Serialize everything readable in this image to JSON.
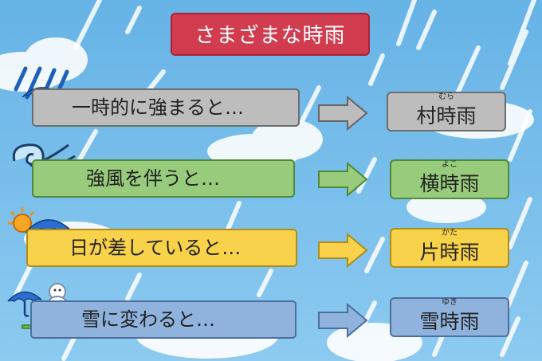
{
  "title": "さまざまな時雨",
  "rows": [
    {
      "condition": "一時的に強まると…",
      "result_ruby": "むら",
      "result": "村時雨",
      "icon": "heavy-rain-icon",
      "colors": {
        "fill": "#bdbdbd",
        "border": "#6d6d6d"
      }
    },
    {
      "condition": "強風を伴うと…",
      "result_ruby": "よこ",
      "result": "横時雨",
      "icon": "wind-umbrella-icon",
      "colors": {
        "fill": "#98cc7c",
        "border": "#4f8a37"
      }
    },
    {
      "condition": "日が差していると…",
      "result_ruby": "かた",
      "result": "片時雨",
      "icon": "sun-umbrella-icon",
      "colors": {
        "fill": "#f8d24a",
        "border": "#b08d17"
      }
    },
    {
      "condition": "雪に変わると…",
      "result_ruby": "ゆき",
      "result": "雪時雨",
      "icon": "snowman-umbrella-icon",
      "colors": {
        "fill": "#8fb3dd",
        "border": "#4c6f9e"
      }
    }
  ],
  "colors": {
    "title_bg": "#d23c4f",
    "sky": "#69b6e8"
  }
}
